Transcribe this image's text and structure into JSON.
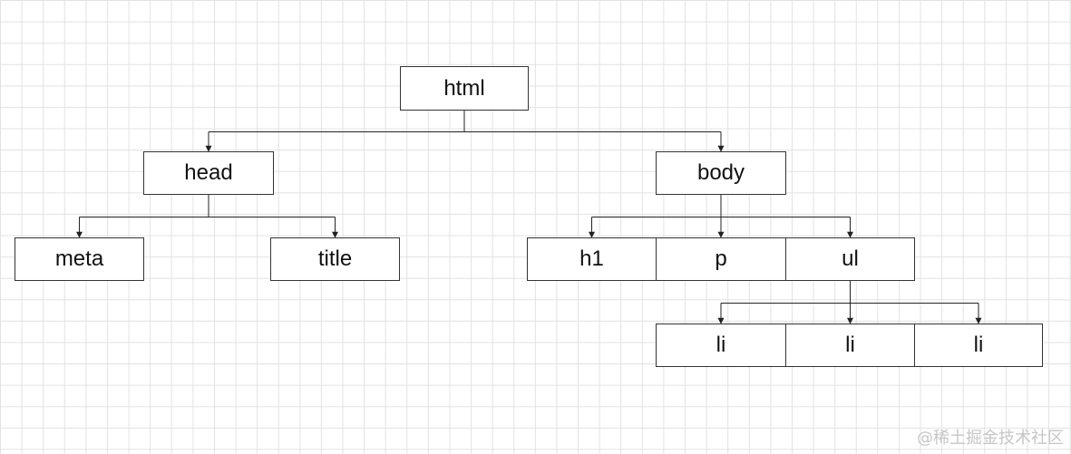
{
  "diagram": {
    "nodes": {
      "html": "html",
      "head": "head",
      "body": "body",
      "meta": "meta",
      "title": "title",
      "h1": "h1",
      "p": "p",
      "ul": "ul",
      "li_1": "li",
      "li_2": "li",
      "li_3": "li"
    },
    "edges": [
      [
        "html",
        "head"
      ],
      [
        "html",
        "body"
      ],
      [
        "head",
        "meta"
      ],
      [
        "head",
        "title"
      ],
      [
        "body",
        "h1"
      ],
      [
        "body",
        "p"
      ],
      [
        "body",
        "ul"
      ],
      [
        "ul",
        "li_1"
      ],
      [
        "ul",
        "li_2"
      ],
      [
        "ul",
        "li_3"
      ]
    ]
  },
  "watermark": "@稀土掘金技术社区",
  "colors": {
    "line": "#222222",
    "border": "#333333",
    "grid": "#e2e2e2"
  }
}
